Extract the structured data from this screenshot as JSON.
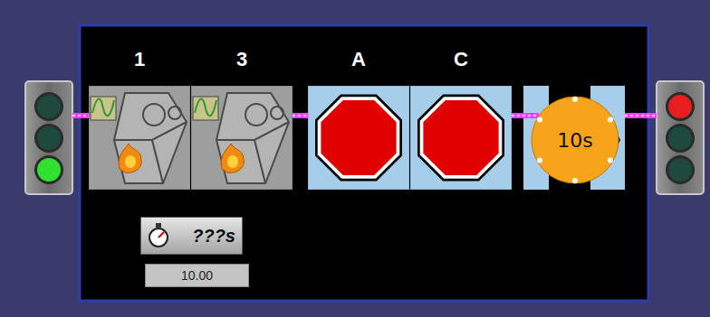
{
  "diagram": {
    "nodes": [
      {
        "text": [
          "1"
        ]
      },
      {
        "text": [
          "3"
        ]
      },
      {
        "text": [
          "A"
        ]
      },
      {
        "text": [
          "C"
        ]
      },
      {
        "text": [
          "10s"
        ]
      },
      {
        "text": [
          "???s"
        ]
      },
      {
        "text": [
          "10.00"
        ]
      }
    ],
    "edges": [
      {
        "from": 1,
        "to": 2,
        "arrow": "none"
      },
      {
        "from": 3,
        "to": 4,
        "arrow": "none"
      }
    ]
  }
}
